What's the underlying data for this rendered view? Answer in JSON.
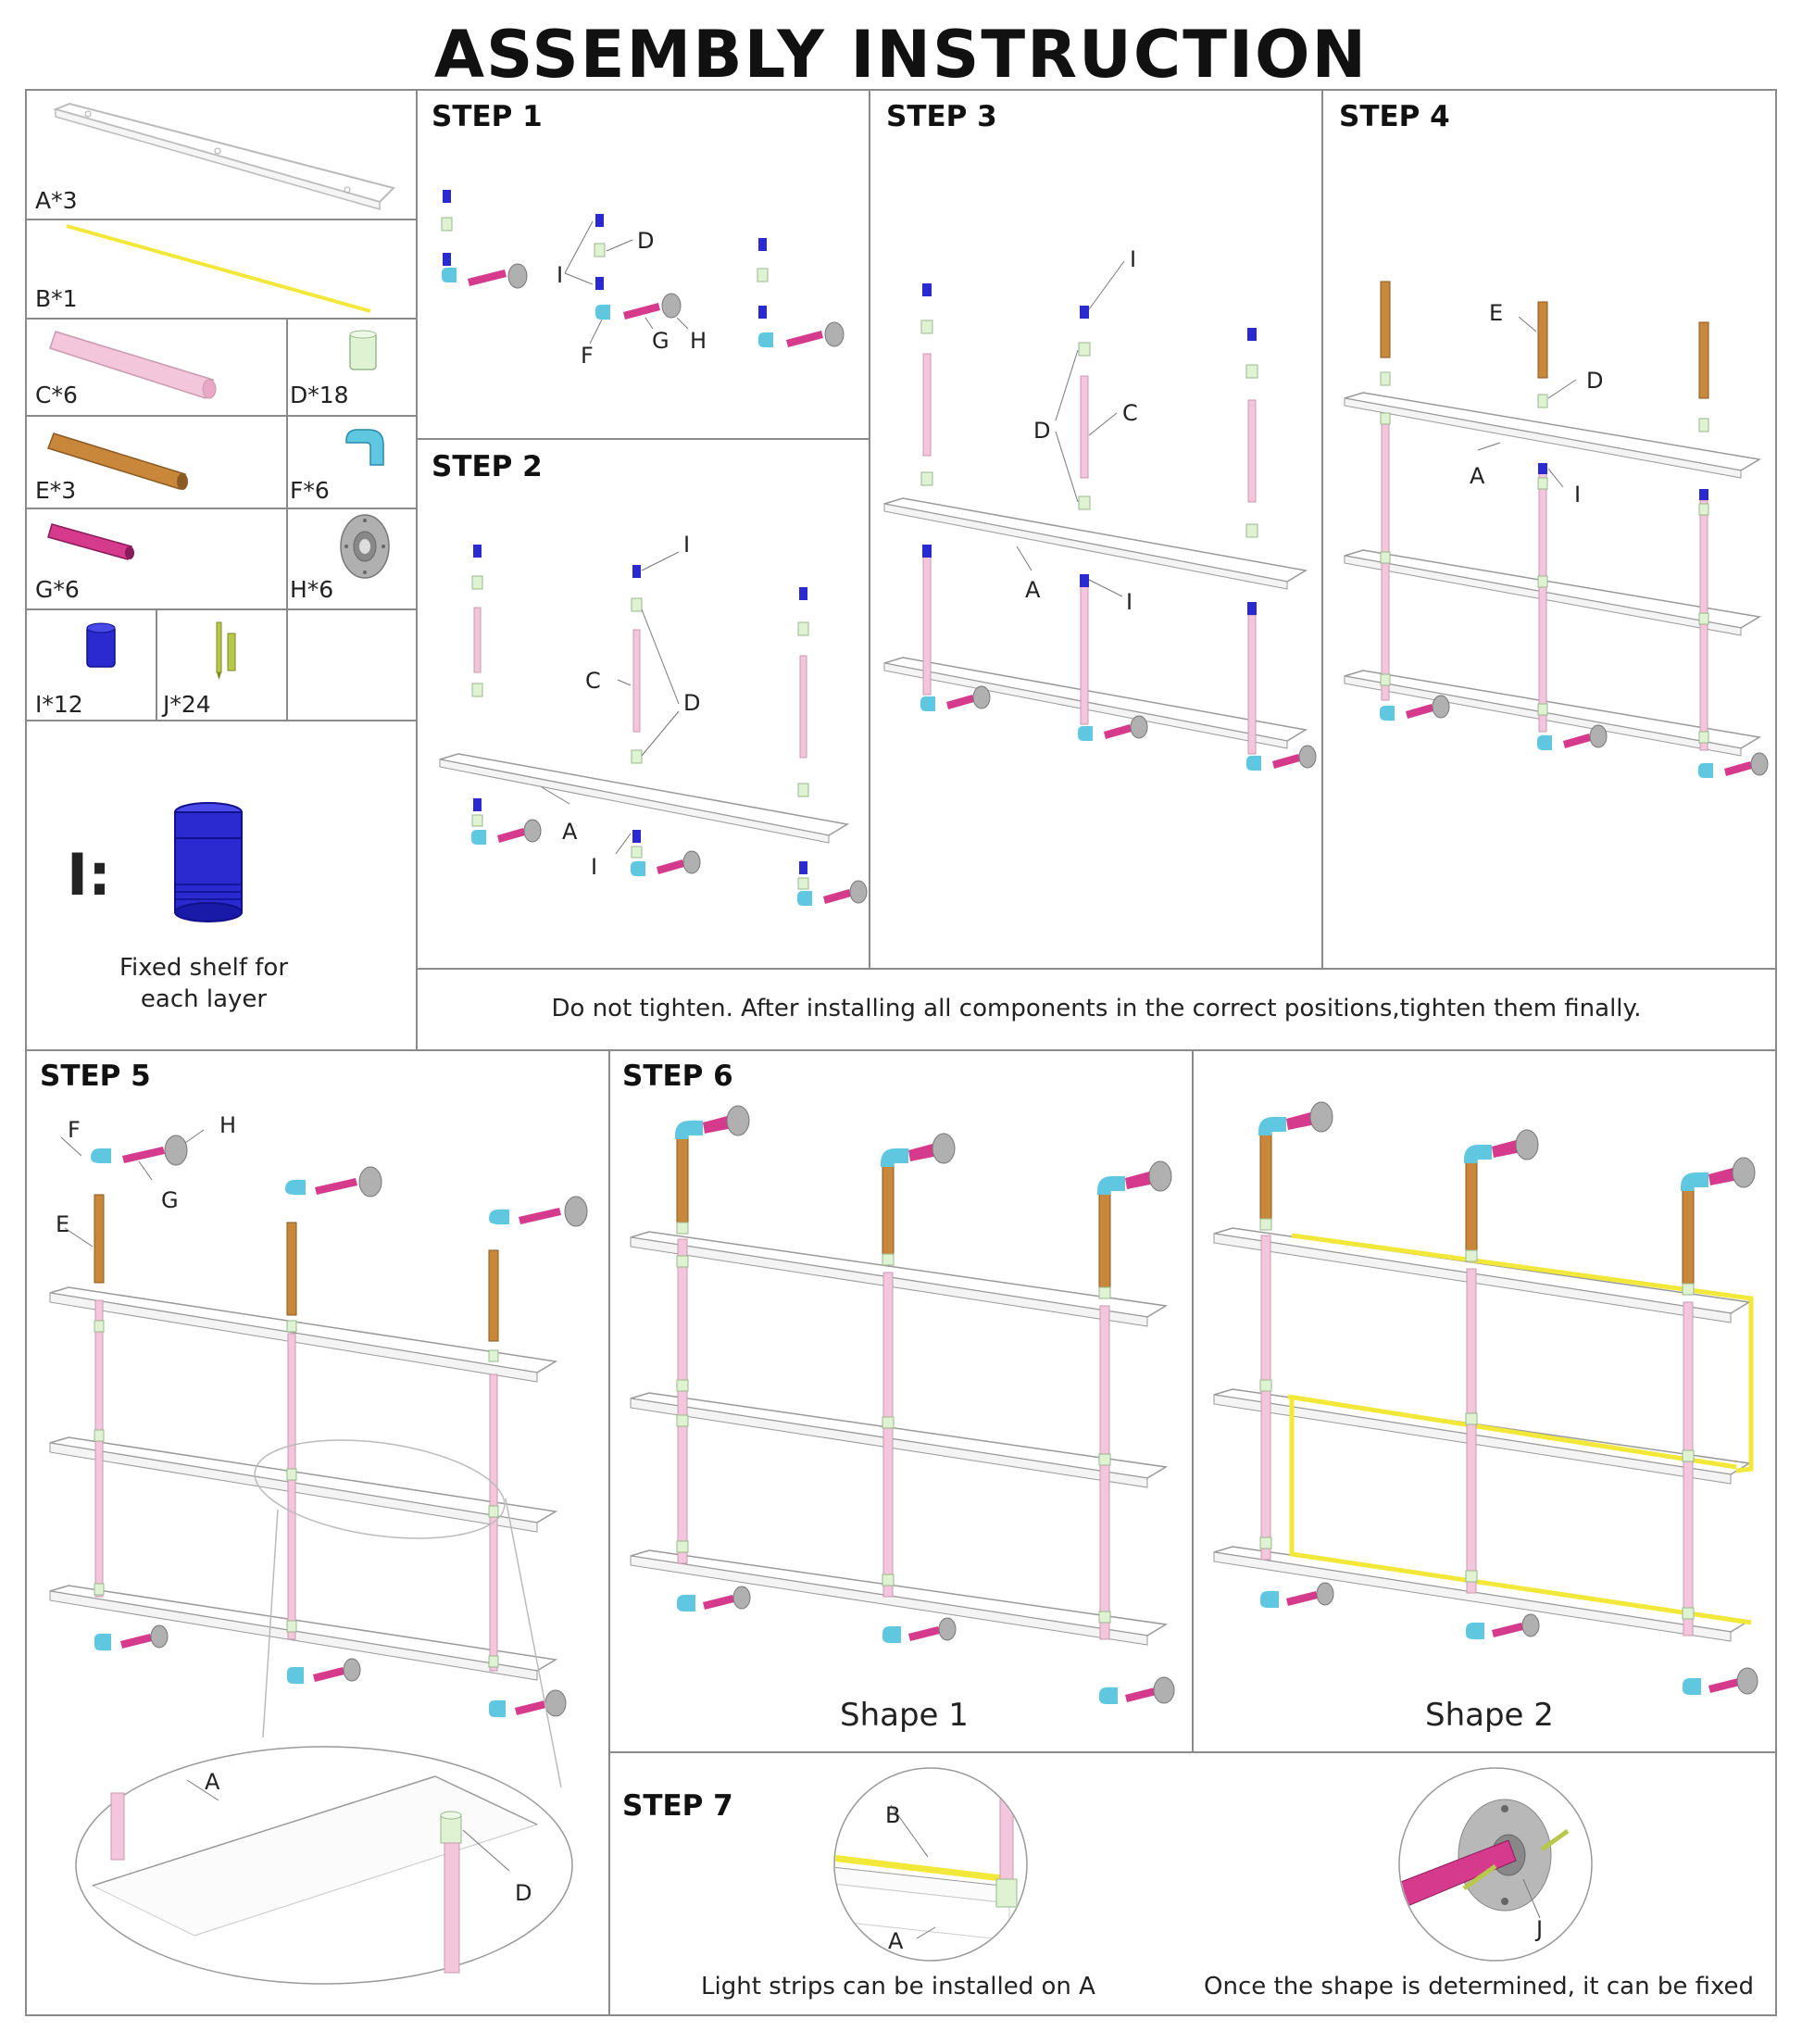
{
  "title": "ASSEMBLY INSTRUCTION",
  "parts": [
    {
      "label": "A*3"
    },
    {
      "label": "B*1"
    },
    {
      "label": "C*6"
    },
    {
      "label": "D*18"
    },
    {
      "label": "E*3"
    },
    {
      "label": "F*6"
    },
    {
      "label": "G*6"
    },
    {
      "label": "H*6"
    },
    {
      "label": "I*12"
    },
    {
      "label": "J*24"
    }
  ],
  "fixed_shelf": {
    "letter": "I:",
    "line1": "Fixed shelf for",
    "line2": "each layer"
  },
  "steps": {
    "s1": "STEP 1",
    "s2": "STEP 2",
    "s3": "STEP 3",
    "s4": "STEP 4",
    "s5": "STEP 5",
    "s6": "STEP 6",
    "s7": "STEP 7"
  },
  "notice": "Do not tighten. After installing all components in the correct positions,tighten them finally.",
  "shape1": "Shape 1",
  "shape2": "Shape 2",
  "step7": {
    "caption_left": "Light strips can be installed on A",
    "caption_right": "Once the shape is determined, it can be fixed"
  },
  "letters": {
    "A": "A",
    "B": "B",
    "C": "C",
    "D": "D",
    "E": "E",
    "F": "F",
    "G": "G",
    "H": "H",
    "I": "I",
    "J": "J"
  },
  "colors": {
    "border": "#8a8a8a",
    "pink_pipe": "#f4c6dc",
    "flange_coupler": "#dff2d2",
    "copper_pipe": "#c8873a",
    "elbow": "#5fc8e0",
    "magenta_pipe": "#d63a8c",
    "flange": "#a8a8a8",
    "fixer": "#2a2ad0",
    "light_strip": "#f2e83a",
    "screw": "#b8c84a"
  }
}
